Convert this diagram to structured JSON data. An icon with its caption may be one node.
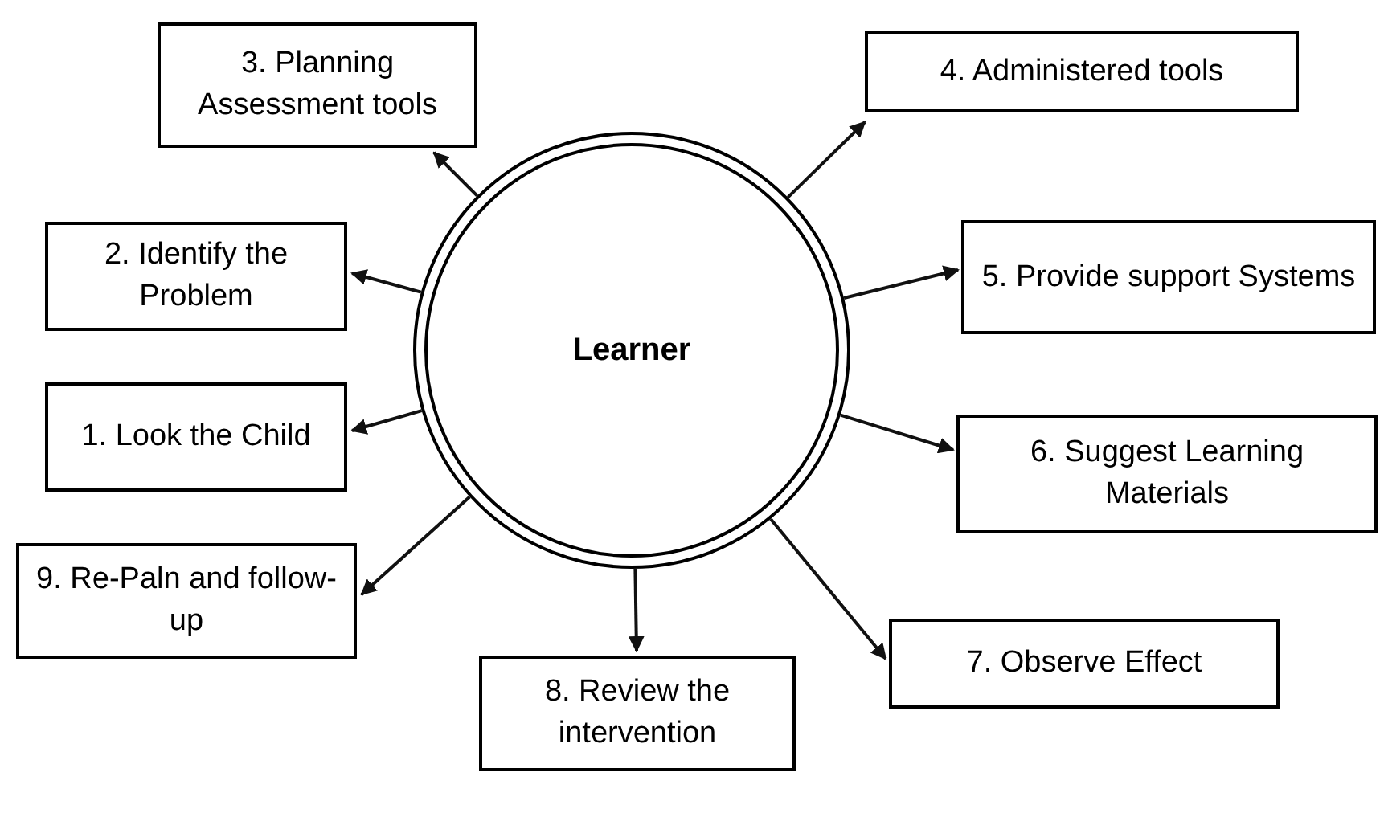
{
  "diagram": {
    "nodes": [
      {
        "text": [
          "Learner"
        ]
      },
      {
        "text": [
          "3. Planning Assessment tools"
        ]
      },
      {
        "text": [
          "4. Administered tools"
        ]
      },
      {
        "text": [
          "2. Identify the Problem"
        ]
      },
      {
        "text": [
          "5. Provide support Systems"
        ]
      },
      {
        "text": [
          "1. Look the Child"
        ]
      },
      {
        "text": [
          "6. Suggest Learning Materials"
        ]
      },
      {
        "text": [
          "9. Re-Paln and follow-up"
        ]
      },
      {
        "text": [
          "7. Observe Effect"
        ]
      },
      {
        "text": [
          "8. Review the intervention"
        ]
      }
    ],
    "edges": [
      {
        "from": 0,
        "to": 1,
        "arrow": "to"
      },
      {
        "from": 0,
        "to": 2,
        "arrow": "to"
      },
      {
        "from": 0,
        "to": 3,
        "arrow": "to"
      },
      {
        "from": 0,
        "to": 4,
        "arrow": "to"
      },
      {
        "from": 0,
        "to": 5,
        "arrow": "to"
      },
      {
        "from": 0,
        "to": 6,
        "arrow": "to"
      },
      {
        "from": 0,
        "to": 7,
        "arrow": "to"
      },
      {
        "from": 0,
        "to": 8,
        "arrow": "to"
      },
      {
        "from": 0,
        "to": 9,
        "arrow": "to"
      }
    ]
  }
}
